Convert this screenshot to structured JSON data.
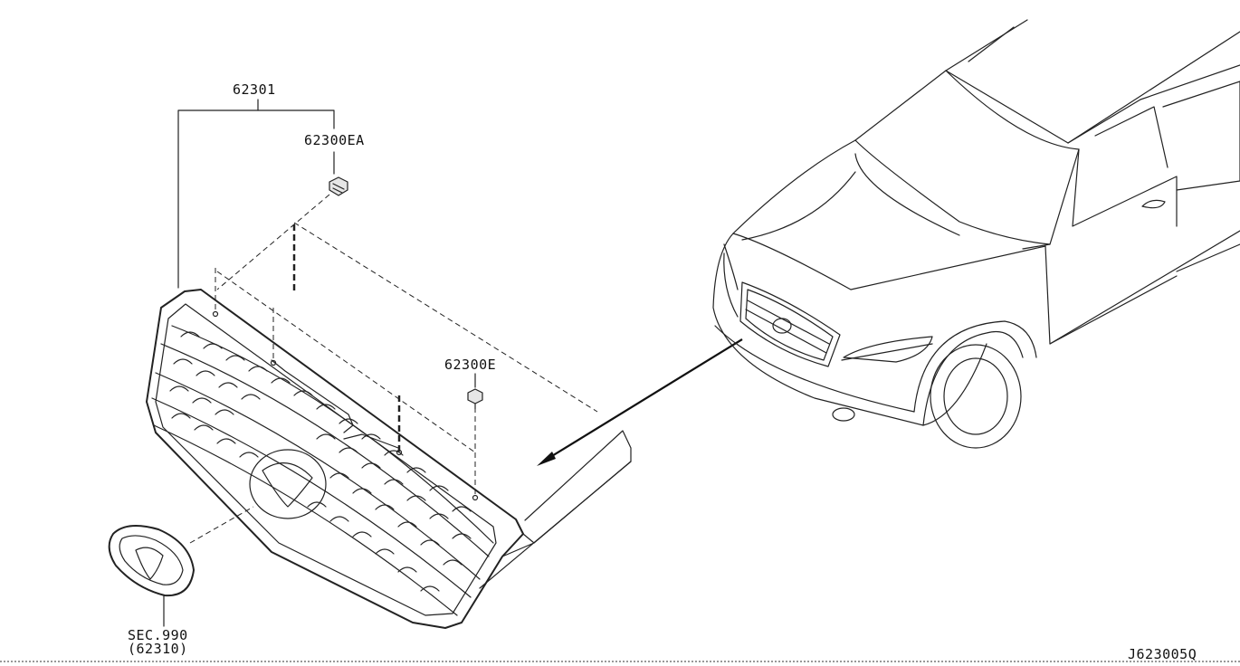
{
  "diagram": {
    "part_labels": {
      "grille_assembly": "62301",
      "clip_upper": "62300EA",
      "clip_lower": "62300E",
      "emblem_ref": "SEC.990",
      "emblem_part": "(62310)"
    },
    "figure_code": "J623005Q"
  }
}
